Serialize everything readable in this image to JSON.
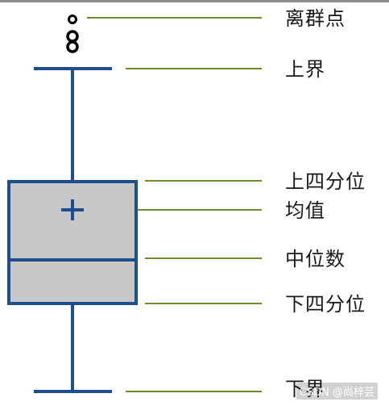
{
  "labels": {
    "outlier": "离群点",
    "upper_bound": "上界",
    "upper_quartile": "上四分位",
    "mean": "均值",
    "median": "中位数",
    "lower_quartile": "下四分位",
    "lower_bound": "下界"
  },
  "watermark": "CSDN @尚梓芸",
  "colors": {
    "box_stroke": "#1f4e8c",
    "box_fill": "#c8c8c8",
    "leader_line": "#6a8c2a",
    "outlier_marker": "#000000"
  },
  "icons": {
    "mean_marker": "plus-icon",
    "outlier_marker": "circle-icon"
  }
}
